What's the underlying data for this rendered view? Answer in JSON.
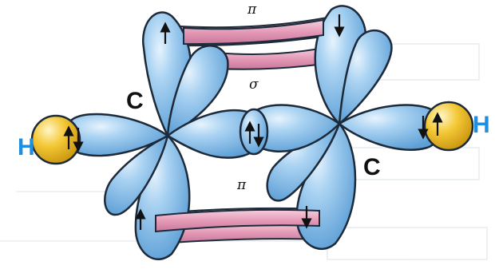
{
  "figure": {
    "bonds": {
      "pi_top": "π",
      "sigma": "σ",
      "pi_bottom": "π"
    },
    "atoms": {
      "carbon_left": "C",
      "carbon_right": "C",
      "hydrogen_left": "H",
      "hydrogen_right": "H"
    },
    "colors": {
      "orbital_fill": "#8cc0ea",
      "orbital_stroke": "#1c2a3a",
      "pi_bond_fill": "#e7a0bd",
      "hydrogen_fill": "#f2c12e",
      "hydrogen_label": "#1e8fe0",
      "background": "#ffffff"
    },
    "icons": [
      "electron-spin-up-icon",
      "electron-spin-down-icon"
    ]
  }
}
